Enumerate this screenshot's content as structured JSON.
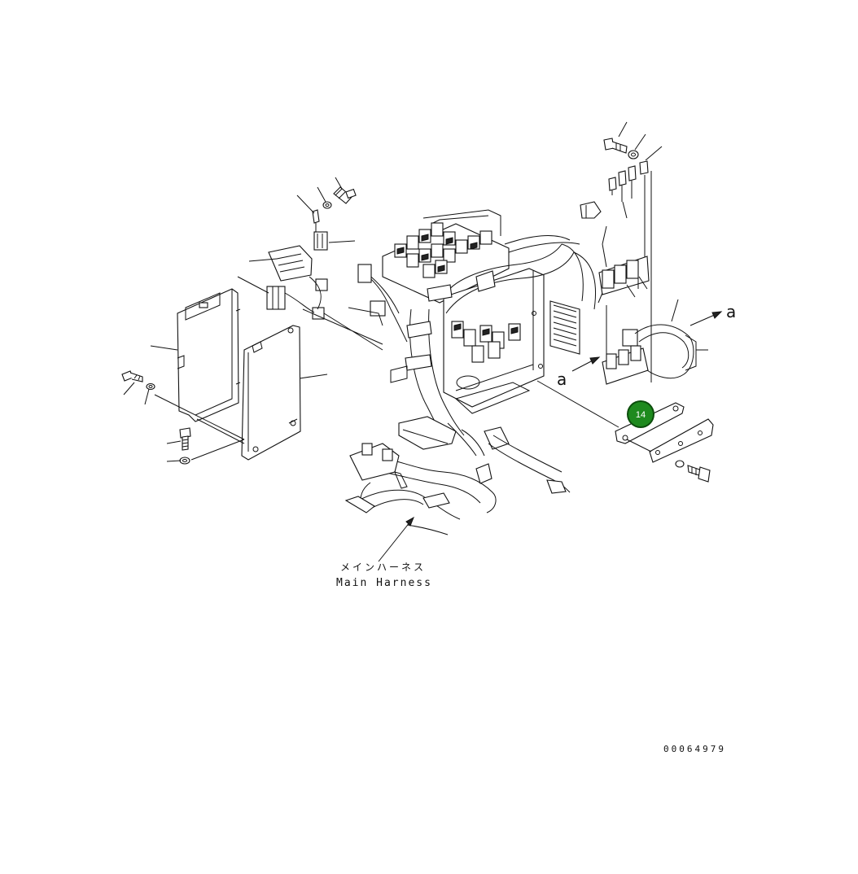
{
  "labels": {
    "main_harness_jp": "メインハーネス",
    "main_harness_en": "Main Harness",
    "section_ref_right": "a",
    "section_ref_center": "a",
    "document_id": "00064979"
  },
  "callouts": [
    {
      "number": "14",
      "color": "#1e8a1e"
    }
  ],
  "colors": {
    "line": "#111111",
    "background": "#ffffff",
    "callout_fill": "#1e8a1e",
    "callout_ring": "#0c4d0c"
  }
}
